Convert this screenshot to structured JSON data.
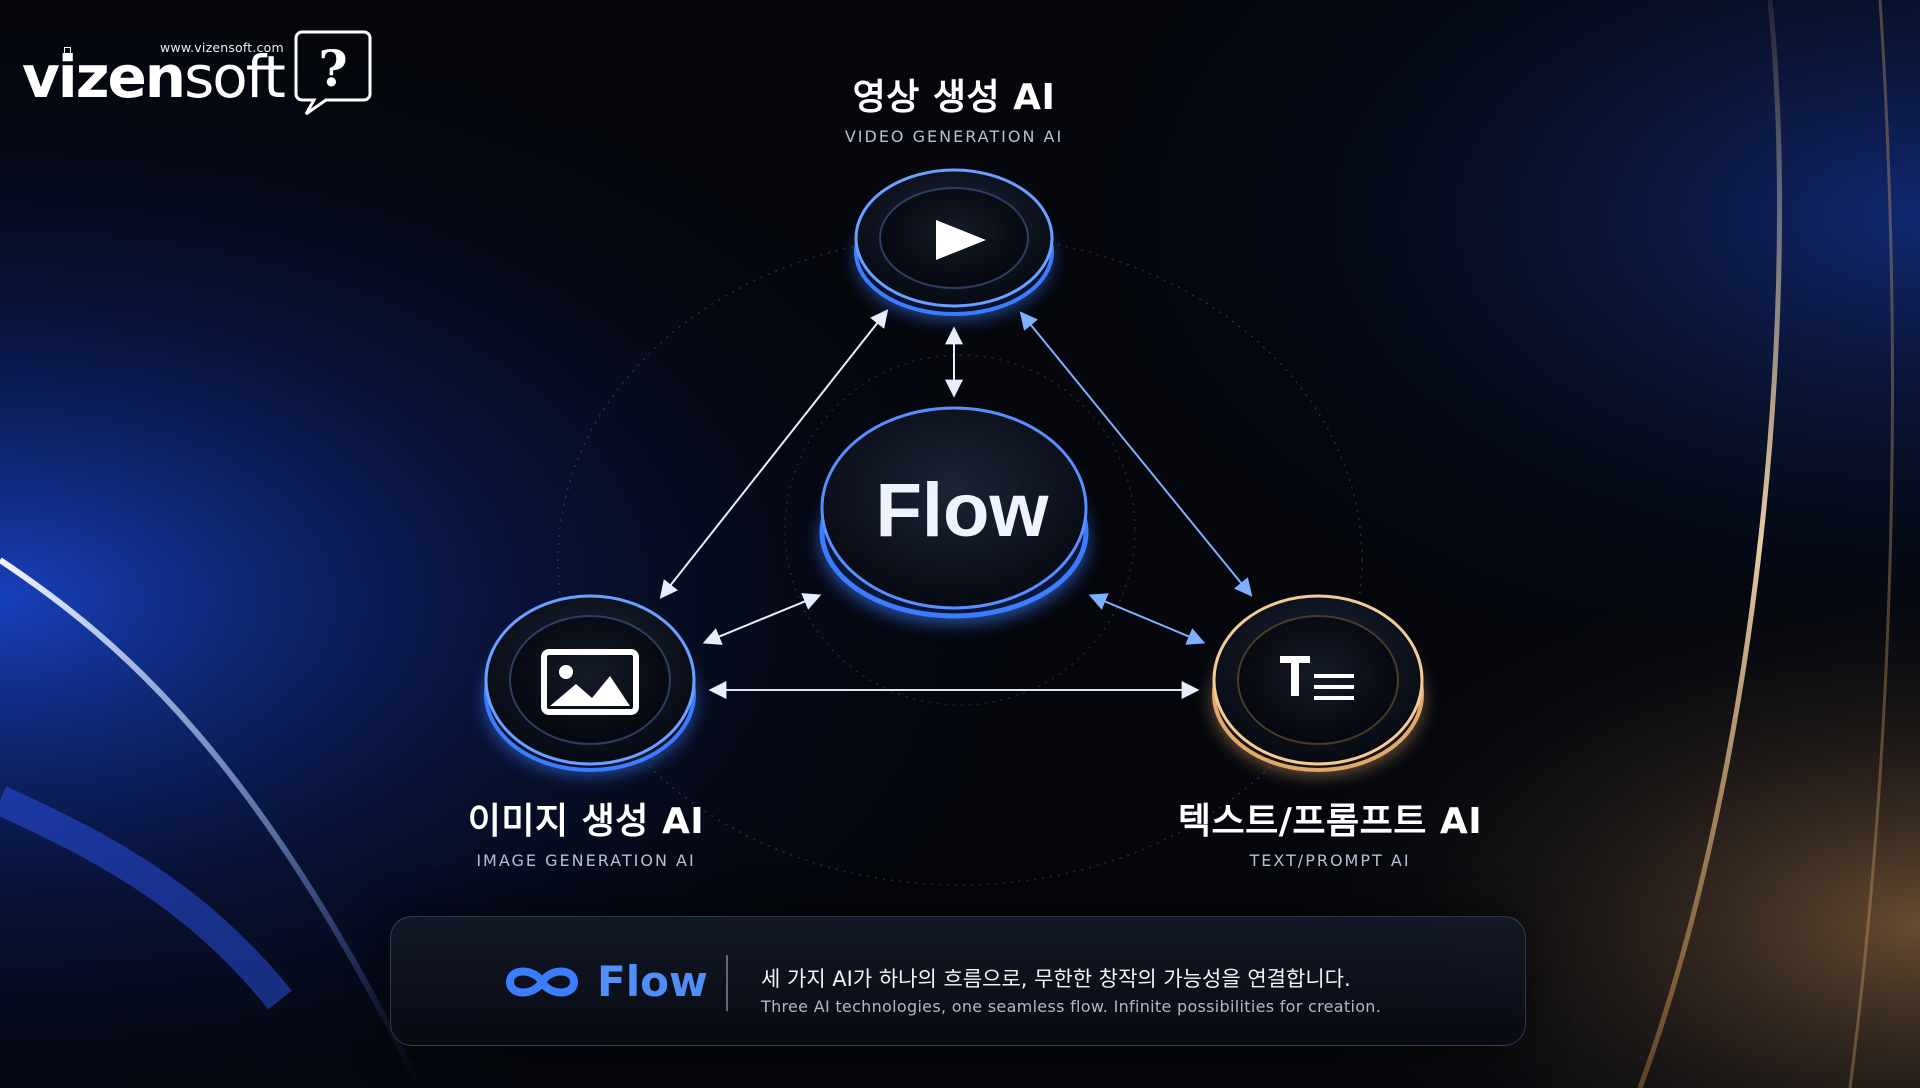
{
  "logo": {
    "url": "www.vizensoft.com",
    "word_bold": "vizen",
    "word_light": "soft",
    "bubble_symbol": "?"
  },
  "center": {
    "label": "Flow"
  },
  "nodes": {
    "video": {
      "title": "영상 생성 AI",
      "subtitle": "VIDEO GENERATION AI",
      "icon": "play-icon",
      "color": "#3c7cff"
    },
    "image": {
      "title": "이미지 생성 AI",
      "subtitle": "IMAGE GENERATION AI",
      "icon": "image-icon",
      "color": "#3c7cff"
    },
    "text": {
      "title": "텍스트/프롬프트 AI",
      "subtitle": "TEXT/PROMPT AI",
      "icon": "text-lines-icon",
      "color": "#e0a86a"
    }
  },
  "footer": {
    "brand": "Flow",
    "brand_icon": "infinity-icon",
    "tagline": "세 가지 AI가 하나의 흐름으로, 무한한 창작의 가능성을 연결합니다.",
    "tagline_en": "Three AI technologies, one seamless flow. Infinite possibilities for creation."
  },
  "colors": {
    "accent_blue": "#3c7cff",
    "accent_gold": "#e0a86a",
    "background": "#05070d"
  }
}
